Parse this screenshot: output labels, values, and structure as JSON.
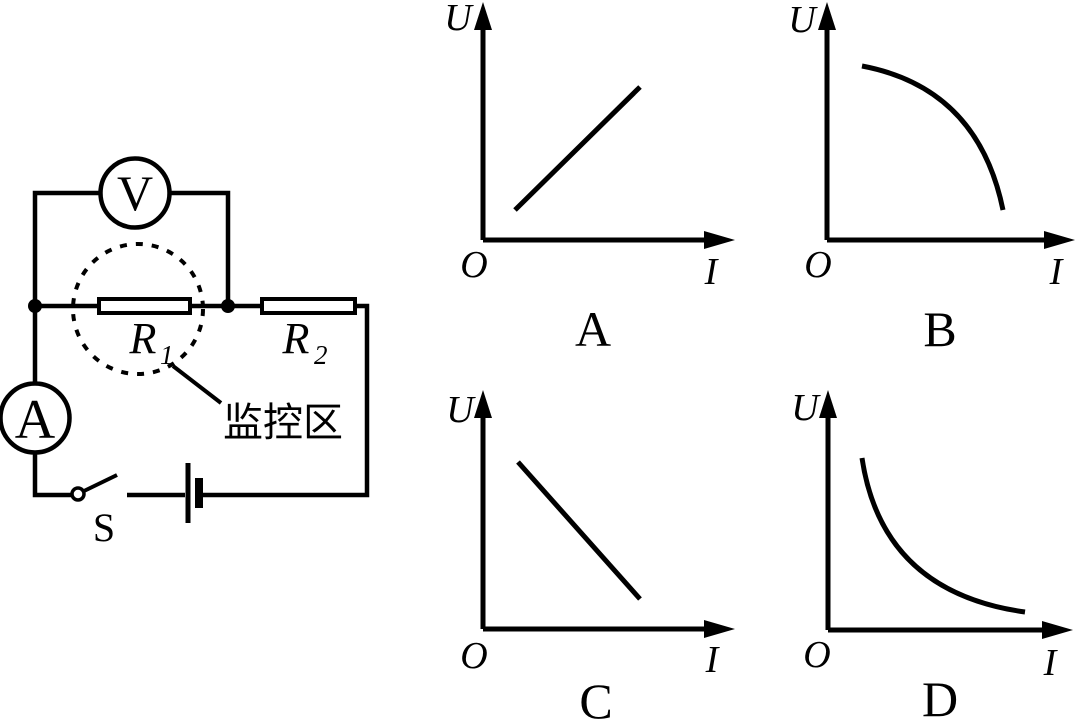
{
  "figure": {
    "background": "#ffffff",
    "ink": "#000000",
    "description": "Physics problem figure: circuit with voltmeter across R1 (inside a dashed monitored zone), R2 in series, ammeter, switch S and battery; four candidate U-I graphs labeled A to D"
  },
  "circuit": {
    "voltmeter_label": "V",
    "ammeter_label": "A",
    "resistor1": {
      "base": "R",
      "sub": "1"
    },
    "resistor2": {
      "base": "R",
      "sub": "2"
    },
    "switch_label": "S",
    "monitor_label": "监控区"
  },
  "graphs": {
    "axis": {
      "y": "U",
      "x": "I",
      "origin": "O"
    },
    "options": [
      {
        "label": "A",
        "curve": "straight line, increasing (U rises with I)"
      },
      {
        "label": "B",
        "curve": "concave-down curve, decreasing (flat then steep)"
      },
      {
        "label": "C",
        "curve": "straight line, decreasing (U falls with I)"
      },
      {
        "label": "D",
        "curve": "concave-up hyperbola-like curve, decreasing (steep then flat)"
      }
    ]
  }
}
